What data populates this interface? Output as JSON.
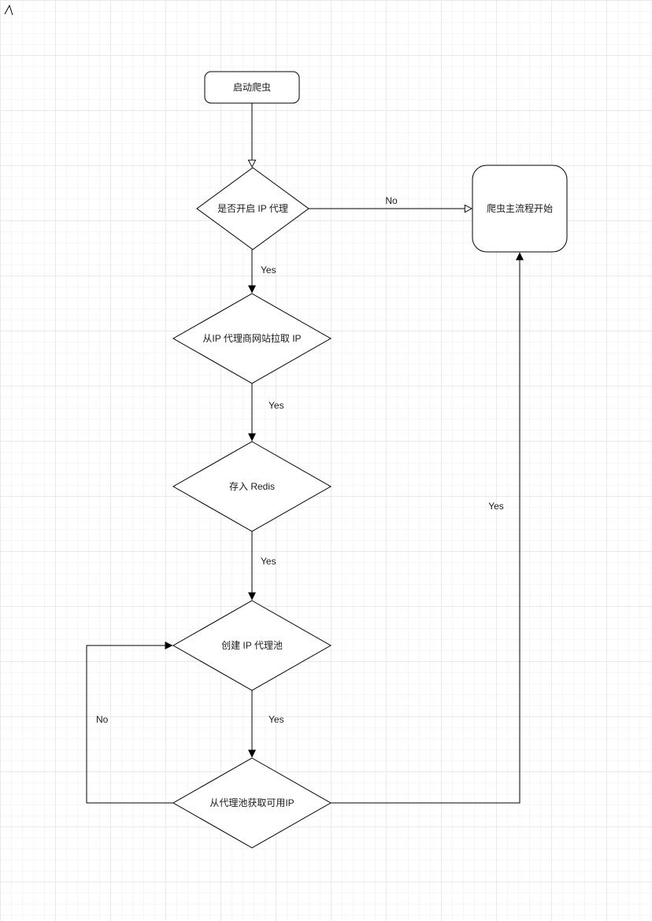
{
  "diagram": {
    "nodes": {
      "start": {
        "label": "启动爬虫"
      },
      "decision_proxy": {
        "label": "是否开启 IP 代理"
      },
      "main_process": {
        "label": "爬虫主流程开始"
      },
      "pull_ip": {
        "label": "从IP 代理商网站拉取 IP"
      },
      "store_redis": {
        "label": "存入 Redis"
      },
      "create_pool": {
        "label": "创建 IP 代理池"
      },
      "get_ip": {
        "label": "从代理池获取可用IP"
      }
    },
    "edges": {
      "decision_to_main": {
        "label": "No"
      },
      "decision_to_pull": {
        "label": "Yes"
      },
      "pull_to_redis": {
        "label": "Yes"
      },
      "redis_to_pool": {
        "label": "Yes"
      },
      "pool_to_get": {
        "label": "Yes"
      },
      "get_to_main": {
        "label": "Yes"
      },
      "get_to_pool": {
        "label": "No"
      }
    },
    "colors": {
      "stroke": "#000000",
      "fill": "#ffffff",
      "text": "#1a1a1a",
      "grid_minor": "#f6f6f6",
      "grid_major": "#e9e9e9"
    }
  }
}
